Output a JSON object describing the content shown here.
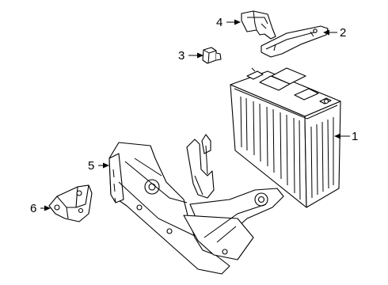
{
  "diagram": {
    "callouts": [
      {
        "id": "1",
        "part": "battery"
      },
      {
        "id": "2",
        "part": "terminal-cover"
      },
      {
        "id": "3",
        "part": "connector-bolt"
      },
      {
        "id": "4",
        "part": "clip-bracket"
      },
      {
        "id": "5",
        "part": "battery-tray"
      },
      {
        "id": "6",
        "part": "mount-bracket"
      }
    ]
  }
}
